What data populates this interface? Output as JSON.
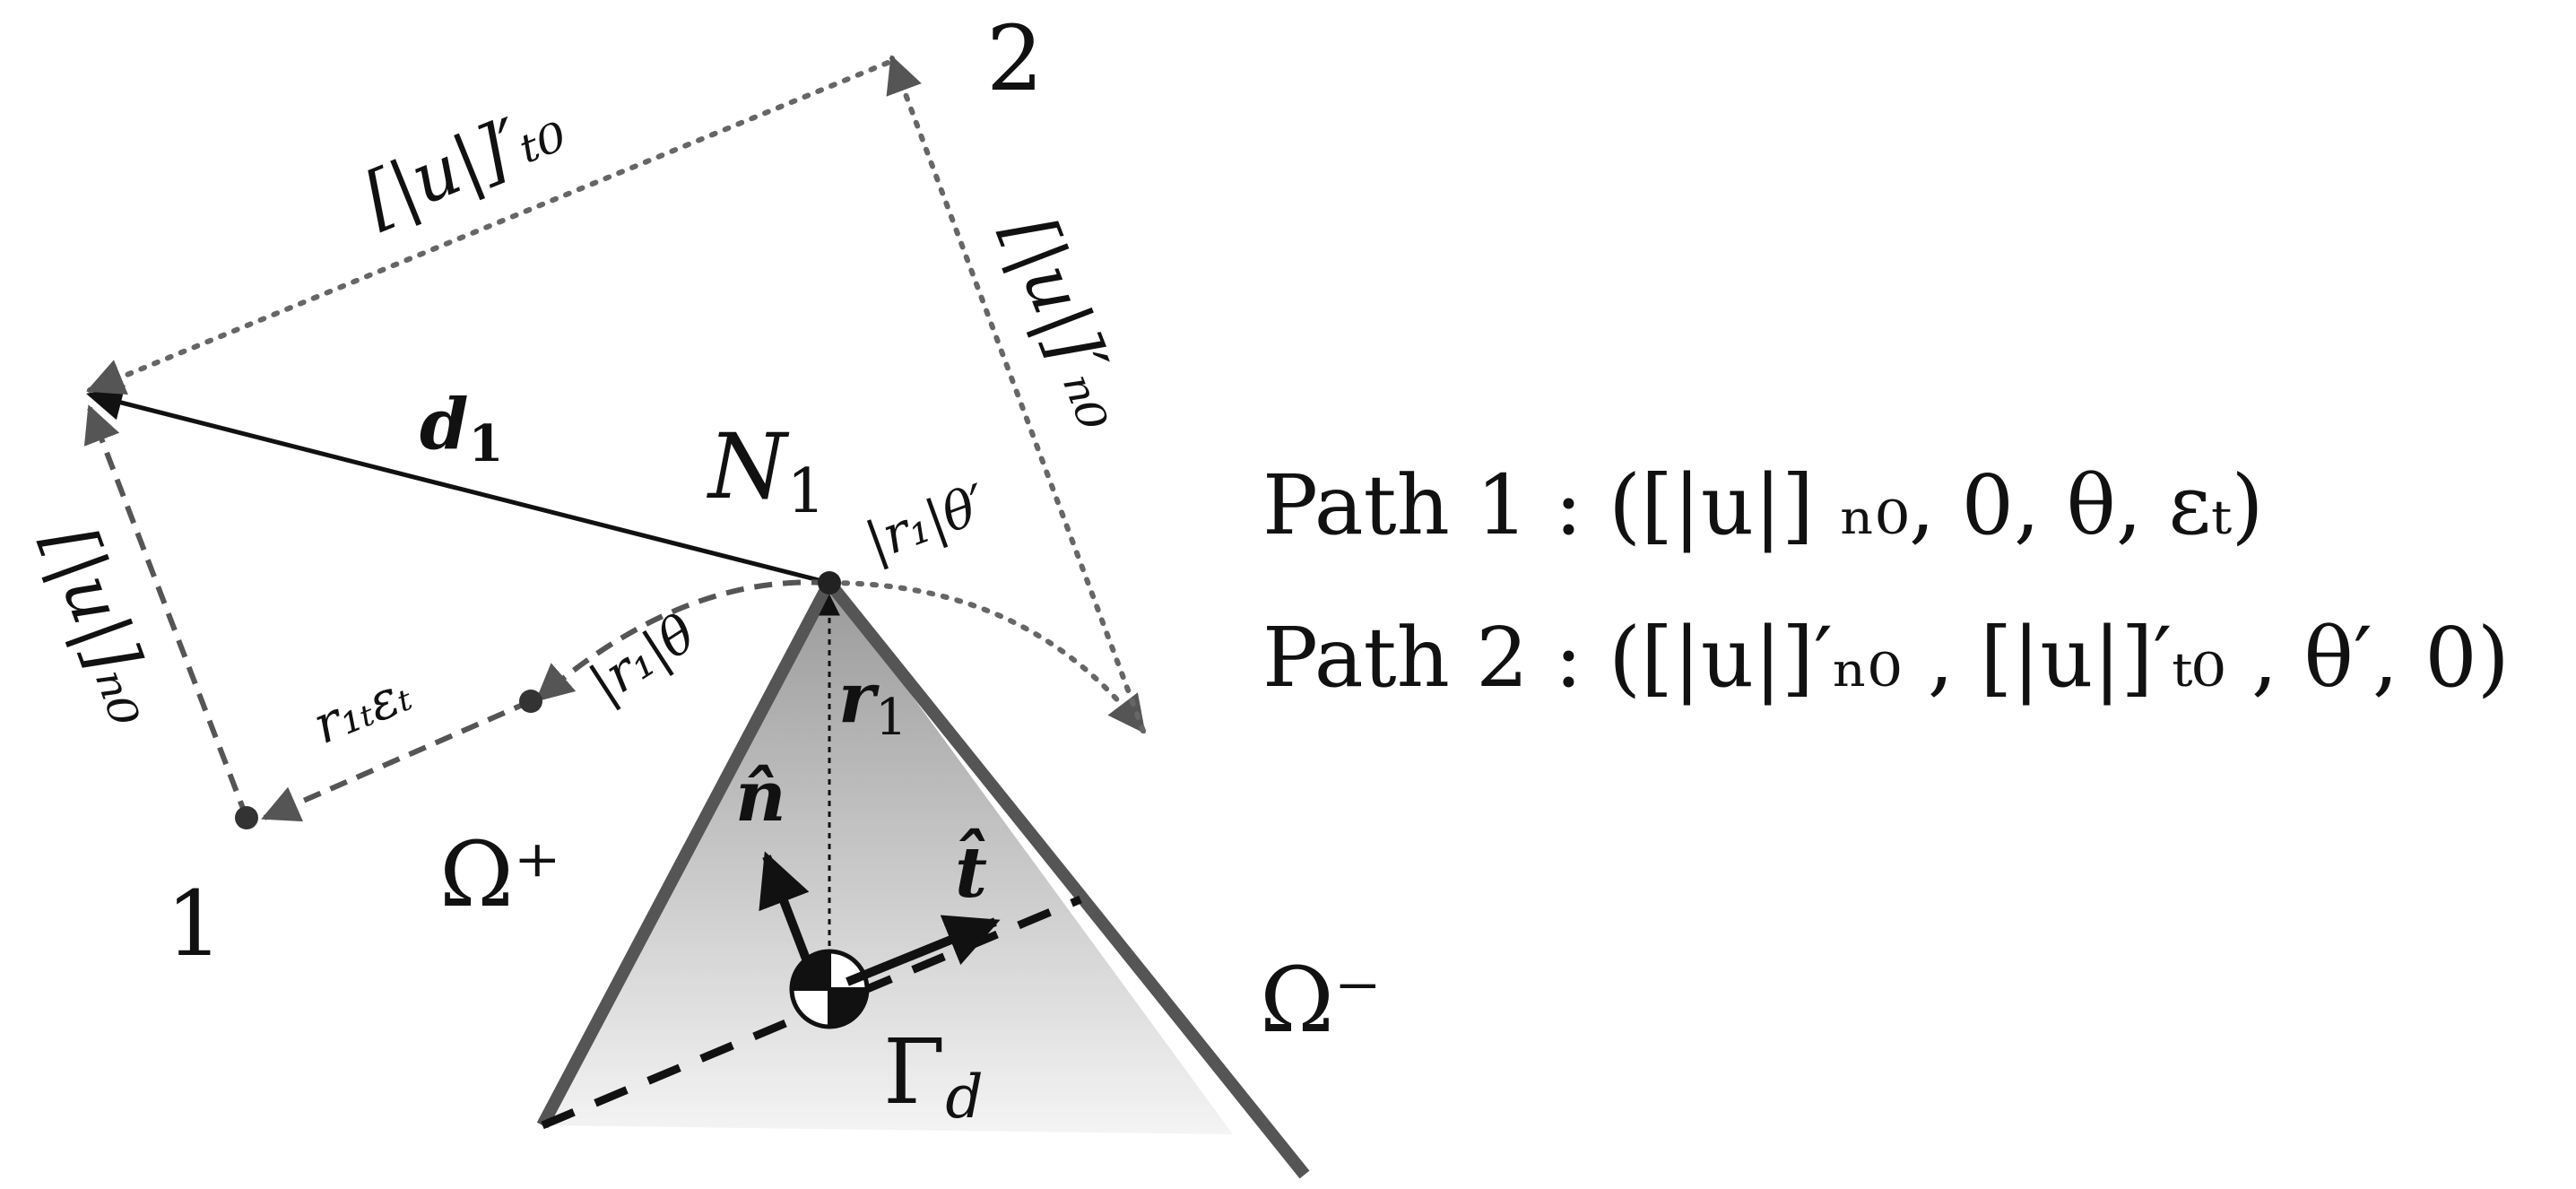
{
  "colors": {
    "stroke_dark": "#1a1a1a",
    "stroke_gray": "#555555",
    "dotted_gray": "#666666",
    "triangle_top": "#9a9a9a",
    "triangle_bottom": "#f2f2f2"
  },
  "labels": {
    "point_1": "1",
    "point_2": "2",
    "node_N": "N",
    "node_N_sub": "1",
    "d_vec": "d",
    "d_vec_sub": "1",
    "r_vec": "r",
    "r_vec_sub": "1",
    "n_hat": "n̂",
    "t_hat": "t̂",
    "omega_plus": "Ω⁺",
    "omega_minus": "Ω⁻",
    "gamma": "Γ",
    "gamma_sub": "d",
    "jump_t0_prime": "[|u|]′ₜ₀",
    "jump_n0_prime": "[|u|]′ₙ₀",
    "jump_n0": "[|u|]ₙ₀",
    "r1t_eps": "r₁ₜεₜ",
    "r1_theta": "|r₁|θ",
    "r1_theta_prime": "|r₁|θ′"
  },
  "legend": {
    "path1": "Path 1 : ([|u|] ₙ₀, 0, θ, εₜ)",
    "path2": "Path 2 : ([|u|]′ₙ₀ , [|u|]′ₜ₀ , θ′, 0)"
  }
}
